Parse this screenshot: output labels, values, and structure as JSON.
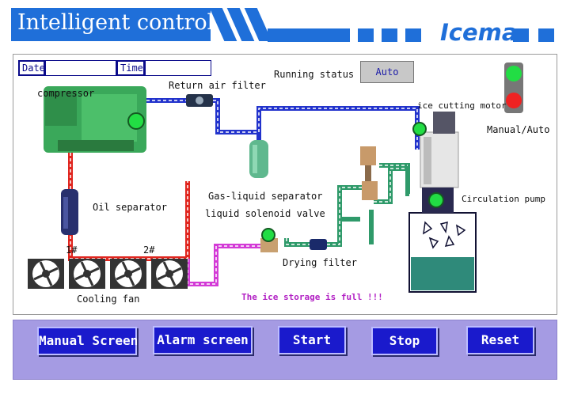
{
  "header": {
    "title": "Intelligent control",
    "brand": "Icema",
    "accent_color": "#1f6fd9"
  },
  "info": {
    "date_label": "Date",
    "time_label": "Time",
    "running_status_label": "Running status",
    "running_status_value": "Auto"
  },
  "components": {
    "compressor": "compressor",
    "return_air_filter": "Return air filter",
    "ice_cutting_motor": "ice cutting motor",
    "manual_auto": "Manual/Auto",
    "oil_separator": "Oil separator",
    "gas_liquid_separator": "Gas-liquid separator",
    "liquid_solenoid_valve": "liquid solenoid valve",
    "circulation_pump": "Circulation pump",
    "fan_1": "1#",
    "fan_2": "2#",
    "cooling_fan": "Cooling fan",
    "drying_filter": "Drying filter"
  },
  "warning": "The ice storage is full !!!",
  "buttons": {
    "manual_screen": "Manual Screen",
    "alarm_screen": "Alarm screen",
    "start": "Start",
    "stop": "Stop",
    "reset": "Reset"
  },
  "colors": {
    "pipe_blue": "#2233cc",
    "pipe_red": "#e0261f",
    "pipe_magenta": "#d33ad6",
    "pipe_green": "#2f9a6a",
    "indicator_green": "#22dd44",
    "indicator_red": "#ee2222",
    "button_bg": "#1a1acc",
    "bottom_bar": "#a59be3",
    "warning": "#b221c4"
  },
  "icons": [
    "compressor-icon",
    "filter-icon",
    "separator-icon",
    "valve-icon",
    "fan-icon",
    "motor-icon",
    "pump-icon",
    "indicator-light-icon",
    "ice-tank-icon"
  ]
}
